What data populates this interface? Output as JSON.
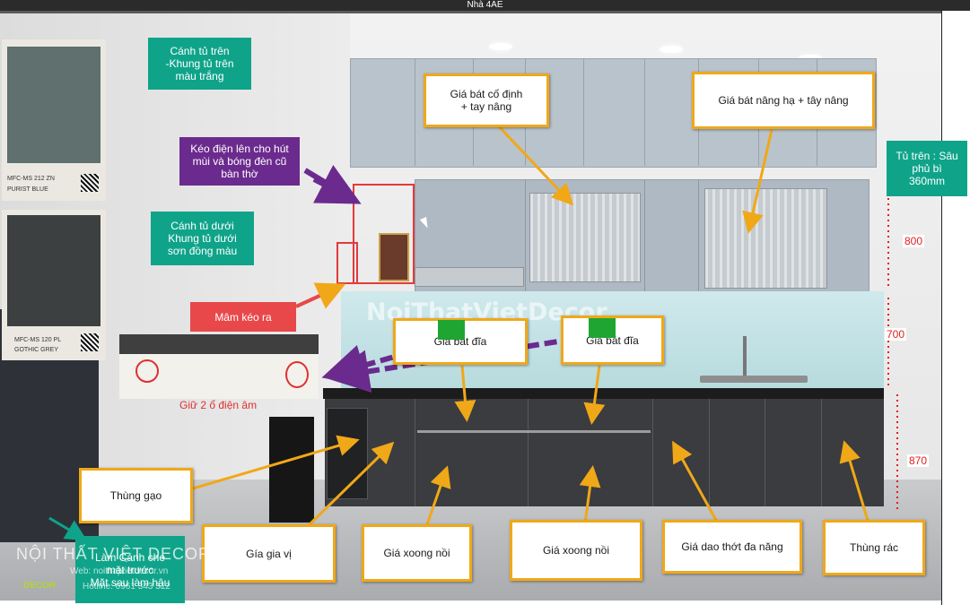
{
  "window": {
    "title": "Nhà 4AE"
  },
  "labels": {
    "upper_door": "Cánh tủ trên\n-Khung tủ trên\nmàu trắng",
    "lower_door": "Cánh tủ dưới\nKhung tủ dưới\nsơn đồng màu",
    "electric": "Kéo điện lên cho hút\nmùi và bóng đèn cũ\nbàn thờ",
    "tray": "Mâm kéo ra",
    "fixed_rack": "Giá bát cố định\n+ tay nâng",
    "lift_rack": "Giá bát nâng hạ + tây nâng",
    "upper_depth": "Tủ trên : Sâu\nphủ bì\n360mm",
    "dish_rack_1": "Giá bát đĩa",
    "dish_rack_2": "Giá bát đĩa",
    "rice": "Thùng gạo",
    "spice": "Gía gia vị",
    "pot_1": "Giá xoong nồi",
    "pot_2": "Giá xoong nồi",
    "knife": "Giá dao thớt đa năng",
    "trash": "Thùng rác",
    "cover": "Làm Cánh che\nmặt trước\nMặt sau làm hậu"
  },
  "photo_note": "Giữ 2 ổ điện âm",
  "dimensions": {
    "upper": "800",
    "middle": "700",
    "lower": "870"
  },
  "swatches": [
    {
      "code": "MFC-MS 212 ZN",
      "name": "PURIST BLUE",
      "color": "#5f706e"
    },
    {
      "code": "MFC-MS 120 PL",
      "name": "GOTHIC GREY",
      "color": "#3c4040"
    }
  ],
  "watermark": {
    "main": "NoiThatVietDecor",
    "suffix": ".vn"
  },
  "brand": {
    "name": "NỘI THẤT VIỆT DECOR",
    "web": "Web: noithatvietdecor.vn",
    "hotline": "Hotline: 0961 343 312",
    "logo": "DECOR"
  },
  "colors": {
    "callout_border": "#f0a818",
    "callout_teal": "#0fa48a",
    "callout_purple": "#6b2b8e",
    "callout_red": "#e8484a",
    "dimension_red": "#e02020",
    "dashed_arrow": "#6b2b8e"
  },
  "icons": [
    "mouse-cursor-icon"
  ]
}
